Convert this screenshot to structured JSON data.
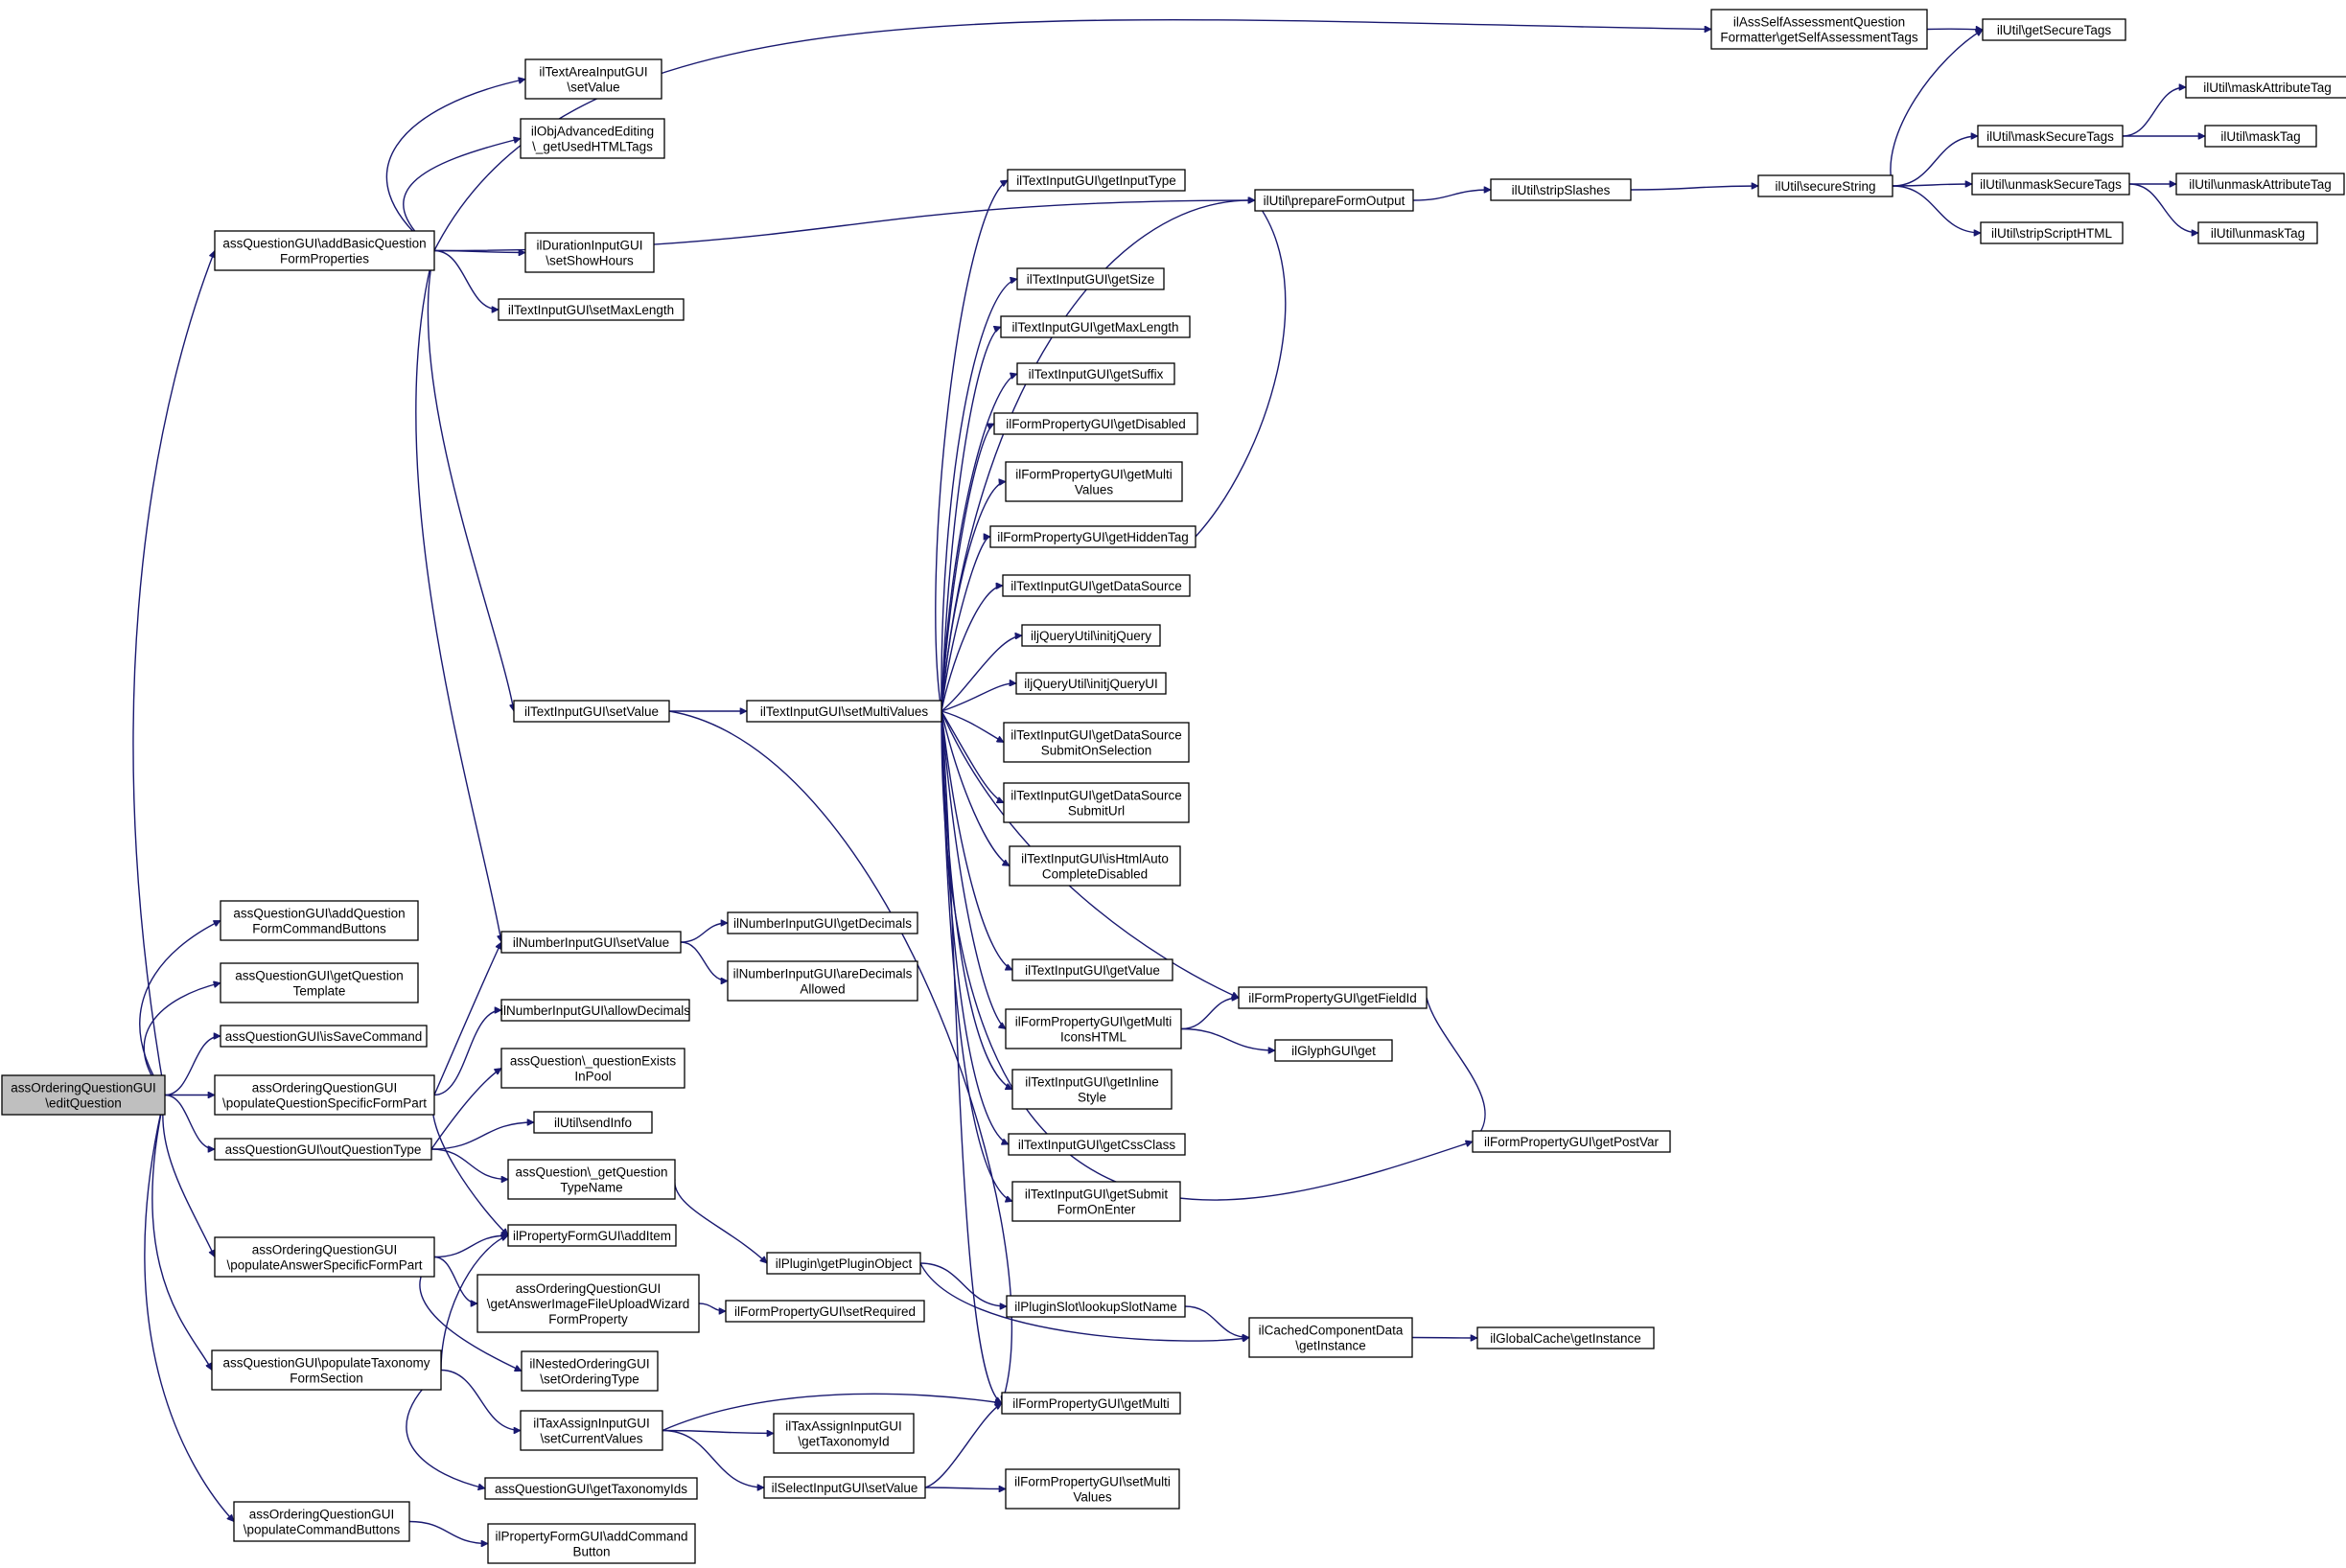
{
  "colors": {
    "edge": "#191970",
    "node_fill": "#ffffff",
    "root_fill": "#bfbfbf",
    "border": "#000000"
  },
  "nodes": [
    {
      "id": "n1",
      "lines": [
        "assOrderingQuestionGUI",
        "\\editQuestion"
      ],
      "root": true
    },
    {
      "id": "n2",
      "lines": [
        "assQuestionGUI\\addBasicQuestion",
        "FormProperties"
      ]
    },
    {
      "id": "n3",
      "lines": [
        "assQuestionGUI\\addQuestion",
        "FormCommandButtons"
      ]
    },
    {
      "id": "n4",
      "lines": [
        "assQuestionGUI\\getQuestion",
        "Template"
      ]
    },
    {
      "id": "n5",
      "lines": [
        "assQuestionGUI\\isSaveCommand"
      ]
    },
    {
      "id": "n6",
      "lines": [
        "assOrderingQuestionGUI",
        "\\populateQuestionSpecificFormPart"
      ]
    },
    {
      "id": "n7",
      "lines": [
        "assQuestionGUI\\outQuestionType"
      ]
    },
    {
      "id": "n8",
      "lines": [
        "assOrderingQuestionGUI",
        "\\populateAnswerSpecificFormPart"
      ]
    },
    {
      "id": "n9",
      "lines": [
        "assQuestionGUI\\populateTaxonomy",
        "FormSection"
      ]
    },
    {
      "id": "n10",
      "lines": [
        "assOrderingQuestionGUI",
        "\\populateCommandButtons"
      ]
    },
    {
      "id": "n11",
      "lines": [
        "ilAssSelfAssessmentQuestion",
        "Formatter\\getSelfAssessmentTags"
      ]
    },
    {
      "id": "n12",
      "lines": [
        "ilTextAreaInputGUI",
        "\\setValue"
      ]
    },
    {
      "id": "n13",
      "lines": [
        "ilObjAdvancedEditing",
        "\\_getUsedHTMLTags"
      ]
    },
    {
      "id": "n14",
      "lines": [
        "ilUtil\\prepareFormOutput"
      ]
    },
    {
      "id": "n15",
      "lines": [
        "ilDurationInputGUI",
        "\\setShowHours"
      ]
    },
    {
      "id": "n16",
      "lines": [
        "ilTextInputGUI\\setMaxLength"
      ]
    },
    {
      "id": "n17",
      "lines": [
        "ilTextInputGUI\\setValue"
      ]
    },
    {
      "id": "n18",
      "lines": [
        "ilNumberInputGUI\\setValue"
      ]
    },
    {
      "id": "n19",
      "lines": [
        "ilNumberInputGUI\\allowDecimals"
      ]
    },
    {
      "id": "n20",
      "lines": [
        "assQuestion\\_questionExists",
        "InPool"
      ]
    },
    {
      "id": "n21",
      "lines": [
        "ilUtil\\sendInfo"
      ]
    },
    {
      "id": "n22",
      "lines": [
        "assQuestion\\_getQuestion",
        "TypeName"
      ]
    },
    {
      "id": "n23",
      "lines": [
        "ilPropertyFormGUI\\addItem"
      ]
    },
    {
      "id": "n24",
      "lines": [
        "assOrderingQuestionGUI",
        "\\getAnswerImageFileUploadWizard",
        "FormProperty"
      ]
    },
    {
      "id": "n25",
      "lines": [
        "ilNestedOrderingGUI",
        "\\setOrderingType"
      ]
    },
    {
      "id": "n26",
      "lines": [
        "ilTaxAssignInputGUI",
        "\\setCurrentValues"
      ]
    },
    {
      "id": "n27",
      "lines": [
        "assQuestionGUI\\getTaxonomyIds"
      ]
    },
    {
      "id": "n28",
      "lines": [
        "ilPropertyFormGUI\\addCommand",
        "Button"
      ]
    },
    {
      "id": "n29",
      "lines": [
        "ilTextInputGUI\\setMultiValues"
      ]
    },
    {
      "id": "n30",
      "lines": [
        "ilNumberInputGUI\\getDecimals"
      ]
    },
    {
      "id": "n31",
      "lines": [
        "ilNumberInputGUI\\areDecimals",
        "Allowed"
      ]
    },
    {
      "id": "n32",
      "lines": [
        "ilPlugin\\getPluginObject"
      ]
    },
    {
      "id": "n33",
      "lines": [
        "ilFormPropertyGUI\\setRequired"
      ]
    },
    {
      "id": "n34",
      "lines": [
        "ilTaxAssignInputGUI",
        "\\getTaxonomyId"
      ]
    },
    {
      "id": "n35",
      "lines": [
        "ilSelectInputGUI\\setValue"
      ]
    },
    {
      "id": "n36",
      "lines": [
        "ilTextInputGUI\\getInputType"
      ]
    },
    {
      "id": "n37",
      "lines": [
        "ilTextInputGUI\\getSize"
      ]
    },
    {
      "id": "n38",
      "lines": [
        "ilTextInputGUI\\getMaxLength"
      ]
    },
    {
      "id": "n39",
      "lines": [
        "ilTextInputGUI\\getSuffix"
      ]
    },
    {
      "id": "n40",
      "lines": [
        "ilFormPropertyGUI\\getDisabled"
      ]
    },
    {
      "id": "n41",
      "lines": [
        "ilFormPropertyGUI\\getMulti",
        "Values"
      ]
    },
    {
      "id": "n42",
      "lines": [
        "ilFormPropertyGUI\\getHiddenTag"
      ]
    },
    {
      "id": "n43",
      "lines": [
        "ilTextInputGUI\\getDataSource"
      ]
    },
    {
      "id": "n44",
      "lines": [
        "iljQueryUtil\\initjQuery"
      ]
    },
    {
      "id": "n45",
      "lines": [
        "iljQueryUtil\\initjQueryUI"
      ]
    },
    {
      "id": "n46",
      "lines": [
        "ilTextInputGUI\\getDataSource",
        "SubmitOnSelection"
      ]
    },
    {
      "id": "n47",
      "lines": [
        "ilTextInputGUI\\getDataSource",
        "SubmitUrl"
      ]
    },
    {
      "id": "n48",
      "lines": [
        "ilTextInputGUI\\isHtmlAuto",
        "CompleteDisabled"
      ]
    },
    {
      "id": "n49",
      "lines": [
        "ilTextInputGUI\\getValue"
      ]
    },
    {
      "id": "n50",
      "lines": [
        "ilFormPropertyGUI\\getMulti",
        "IconsHTML"
      ]
    },
    {
      "id": "n51",
      "lines": [
        "ilTextInputGUI\\getInline",
        "Style"
      ]
    },
    {
      "id": "n52",
      "lines": [
        "ilTextInputGUI\\getCssClass"
      ]
    },
    {
      "id": "n53",
      "lines": [
        "ilTextInputGUI\\getSubmit",
        "FormOnEnter"
      ]
    },
    {
      "id": "n54",
      "lines": [
        "ilPluginSlot\\lookupSlotName"
      ]
    },
    {
      "id": "n55",
      "lines": [
        "ilFormPropertyGUI\\getMulti"
      ]
    },
    {
      "id": "n56",
      "lines": [
        "ilFormPropertyGUI\\setMulti",
        "Values"
      ]
    },
    {
      "id": "n57",
      "lines": [
        "ilUtil\\stripSlashes"
      ]
    },
    {
      "id": "n58",
      "lines": [
        "ilFormPropertyGUI\\getFieldId"
      ]
    },
    {
      "id": "n59",
      "lines": [
        "ilGlyphGUI\\get"
      ]
    },
    {
      "id": "n60",
      "lines": [
        "ilFormPropertyGUI\\getPostVar"
      ]
    },
    {
      "id": "n61",
      "lines": [
        "ilCachedComponentData",
        "\\getInstance"
      ]
    },
    {
      "id": "n62",
      "lines": [
        "ilGlobalCache\\getInstance"
      ]
    },
    {
      "id": "n63",
      "lines": [
        "ilUtil\\getSecureTags"
      ]
    },
    {
      "id": "n64",
      "lines": [
        "ilUtil\\secureString"
      ]
    },
    {
      "id": "n65",
      "lines": [
        "ilUtil\\maskSecureTags"
      ]
    },
    {
      "id": "n66",
      "lines": [
        "ilUtil\\unmaskSecureTags"
      ]
    },
    {
      "id": "n67",
      "lines": [
        "ilUtil\\stripScriptHTML"
      ]
    },
    {
      "id": "n68",
      "lines": [
        "ilUtil\\maskAttributeTag"
      ]
    },
    {
      "id": "n69",
      "lines": [
        "ilUtil\\maskTag"
      ]
    },
    {
      "id": "n70",
      "lines": [
        "ilUtil\\unmaskAttributeTag"
      ]
    },
    {
      "id": "n71",
      "lines": [
        "ilUtil\\unmaskTag"
      ]
    }
  ],
  "edges": [
    [
      "n1",
      "n2"
    ],
    [
      "n1",
      "n3"
    ],
    [
      "n1",
      "n4"
    ],
    [
      "n1",
      "n5"
    ],
    [
      "n1",
      "n6"
    ],
    [
      "n1",
      "n7"
    ],
    [
      "n1",
      "n8"
    ],
    [
      "n1",
      "n9"
    ],
    [
      "n1",
      "n10"
    ],
    [
      "n2",
      "n11"
    ],
    [
      "n2",
      "n12"
    ],
    [
      "n2",
      "n13"
    ],
    [
      "n2",
      "n14"
    ],
    [
      "n2",
      "n15"
    ],
    [
      "n2",
      "n16"
    ],
    [
      "n2",
      "n17"
    ],
    [
      "n2",
      "n18"
    ],
    [
      "n6",
      "n18"
    ],
    [
      "n6",
      "n19"
    ],
    [
      "n6",
      "n23"
    ],
    [
      "n7",
      "n20"
    ],
    [
      "n7",
      "n21"
    ],
    [
      "n7",
      "n22"
    ],
    [
      "n8",
      "n23"
    ],
    [
      "n8",
      "n24"
    ],
    [
      "n8",
      "n25"
    ],
    [
      "n9",
      "n23"
    ],
    [
      "n9",
      "n26"
    ],
    [
      "n9",
      "n27"
    ],
    [
      "n10",
      "n28"
    ],
    [
      "n11",
      "n63"
    ],
    [
      "n14",
      "n57"
    ],
    [
      "n57",
      "n64"
    ],
    [
      "n64",
      "n63"
    ],
    [
      "n64",
      "n65"
    ],
    [
      "n64",
      "n66"
    ],
    [
      "n64",
      "n67"
    ],
    [
      "n65",
      "n68"
    ],
    [
      "n65",
      "n69"
    ],
    [
      "n66",
      "n70"
    ],
    [
      "n66",
      "n71"
    ],
    [
      "n17",
      "n29"
    ],
    [
      "n17",
      "n55"
    ],
    [
      "n18",
      "n30"
    ],
    [
      "n18",
      "n31"
    ],
    [
      "n29",
      "n36"
    ],
    [
      "n29",
      "n14"
    ],
    [
      "n29",
      "n37"
    ],
    [
      "n29",
      "n38"
    ],
    [
      "n29",
      "n39"
    ],
    [
      "n29",
      "n40"
    ],
    [
      "n29",
      "n41"
    ],
    [
      "n29",
      "n42"
    ],
    [
      "n29",
      "n43"
    ],
    [
      "n29",
      "n44"
    ],
    [
      "n29",
      "n45"
    ],
    [
      "n29",
      "n46"
    ],
    [
      "n29",
      "n47"
    ],
    [
      "n29",
      "n48"
    ],
    [
      "n29",
      "n58"
    ],
    [
      "n29",
      "n49"
    ],
    [
      "n29",
      "n50"
    ],
    [
      "n29",
      "n51"
    ],
    [
      "n29",
      "n52"
    ],
    [
      "n29",
      "n53"
    ],
    [
      "n29",
      "n60"
    ],
    [
      "n29",
      "n55"
    ],
    [
      "n42",
      "n14"
    ],
    [
      "n50",
      "n58"
    ],
    [
      "n50",
      "n59"
    ],
    [
      "n58",
      "n60"
    ],
    [
      "n22",
      "n32"
    ],
    [
      "n32",
      "n54"
    ],
    [
      "n32",
      "n61"
    ],
    [
      "n54",
      "n61"
    ],
    [
      "n61",
      "n62"
    ],
    [
      "n24",
      "n33"
    ],
    [
      "n26",
      "n55"
    ],
    [
      "n26",
      "n34"
    ],
    [
      "n26",
      "n35"
    ],
    [
      "n35",
      "n55"
    ],
    [
      "n35",
      "n56"
    ]
  ]
}
